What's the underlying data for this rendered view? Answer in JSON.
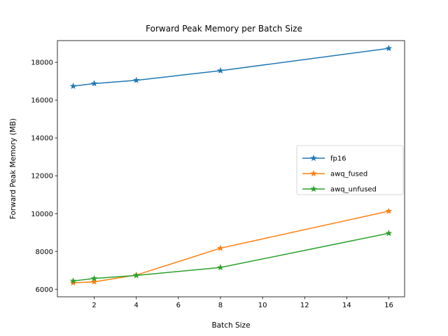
{
  "chart_data": {
    "type": "line",
    "title": "Forward Peak Memory per Batch Size",
    "xlabel": "Batch Size",
    "ylabel": "Forward Peak Memory (MB)",
    "x": [
      1,
      2,
      4,
      8,
      16
    ],
    "xlim": [
      0.25,
      16.75
    ],
    "ylim": [
      5600,
      19150
    ],
    "xticks": [
      2,
      4,
      6,
      8,
      10,
      12,
      14,
      16
    ],
    "xticklabels": [
      "2",
      "4",
      "6",
      "8",
      "10",
      "12",
      "14",
      "16"
    ],
    "yticks": [
      6000,
      8000,
      10000,
      12000,
      14000,
      16000,
      18000
    ],
    "yticklabels": [
      "6000",
      "8000",
      "10000",
      "12000",
      "14000",
      "16000",
      "18000"
    ],
    "grid": false,
    "legend_position": "center right",
    "marker": "star",
    "series": [
      {
        "name": "fp16",
        "color": "#1f77b4",
        "values": [
          16740,
          16880,
          17050,
          17560,
          18740
        ]
      },
      {
        "name": "awq_fused",
        "color": "#ff7f0e",
        "values": [
          6340,
          6390,
          6750,
          8170,
          10130
        ]
      },
      {
        "name": "awq_unfused",
        "color": "#2ca02c",
        "values": [
          6440,
          6570,
          6730,
          7150,
          8960
        ]
      }
    ]
  }
}
